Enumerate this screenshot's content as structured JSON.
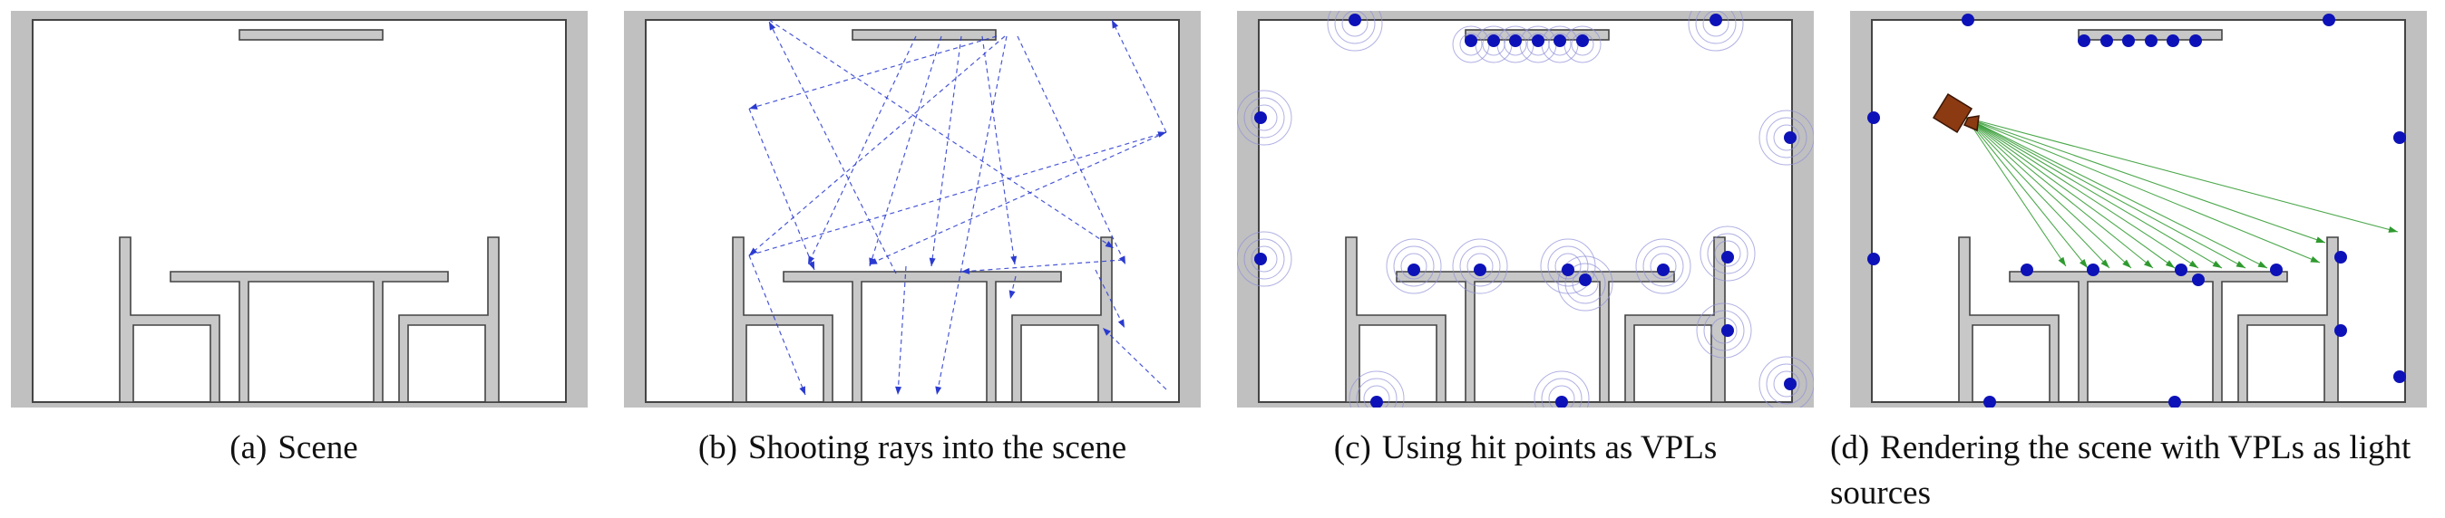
{
  "figure": {
    "colors": {
      "wall": "#c0c0c0",
      "outline": "#444444",
      "furniture": "#c8c8c8",
      "ray": "#2a3ad0",
      "vpl": "#0d12b8",
      "vpl_ring": "#9090d8",
      "light_ray": "#2f9a2f",
      "camera": "#8b3a12"
    },
    "panels": [
      {
        "id": "a",
        "label": "(a)",
        "caption": "Scene"
      },
      {
        "id": "b",
        "label": "(b)",
        "caption": "Shooting rays into the scene"
      },
      {
        "id": "c",
        "label": "(c)",
        "caption": "Using hit points as VPLs"
      },
      {
        "id": "d",
        "label": "(d)",
        "caption": "Rendering the scene with VPLs as light sources"
      }
    ]
  }
}
